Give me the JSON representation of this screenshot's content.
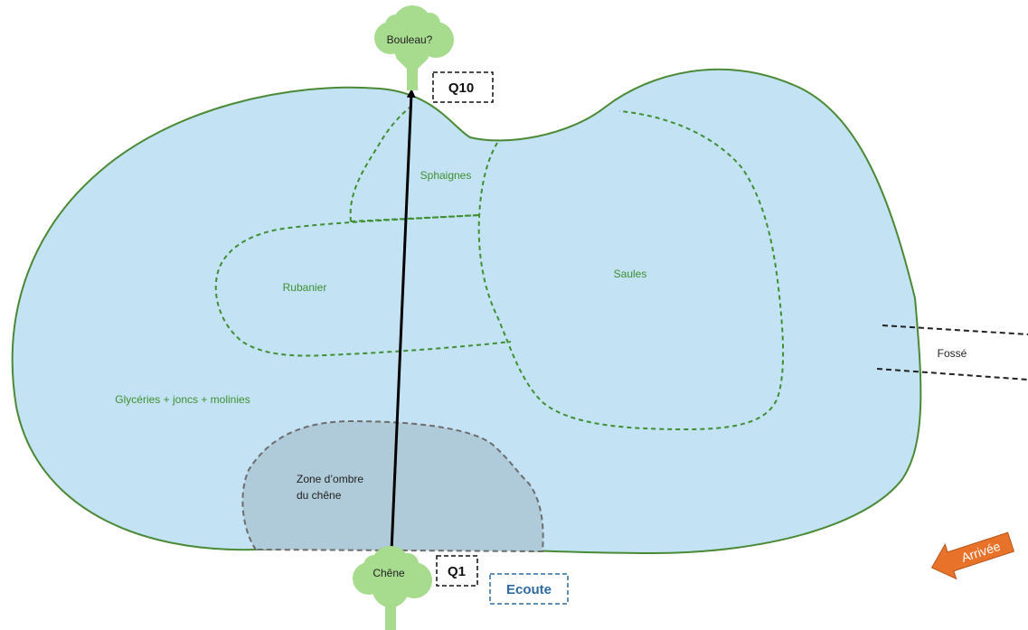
{
  "colors": {
    "wetland_fill": "#c3e2f3",
    "wetland_stroke": "#4a8a36",
    "zone_dash": "#3f8f34",
    "shade_fill": "#afcad8",
    "shade_stroke": "#6d6d6d",
    "tree": "#a7dc8e",
    "arrival_arrow": "#e8722a",
    "ecoute_border": "#2e6aa1"
  },
  "trees": {
    "top_label": "Bouleau?",
    "bottom_label": "Chêne"
  },
  "markers": {
    "q10": "Q10",
    "q1": "Q1",
    "ecoute": "Ecoute"
  },
  "zones": {
    "sphaignes": "Sphaignes",
    "rubanier": "Rubanier",
    "saules": "Saules",
    "glyceries": "Glycéries + joncs + molinies",
    "shade_line1": "Zone d’ombre",
    "shade_line2": "du chêne",
    "fosse": "Fossé"
  },
  "arrival": {
    "label": "Arrivée"
  }
}
